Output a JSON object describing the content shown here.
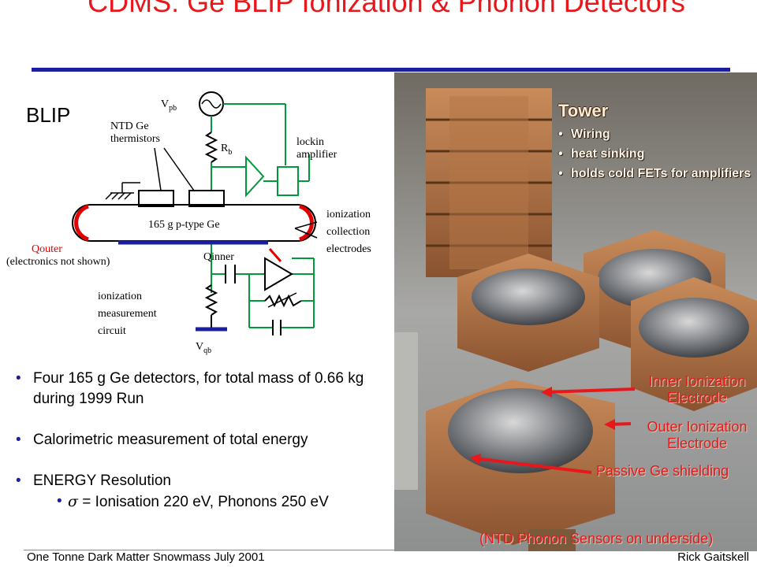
{
  "slide": {
    "title": "CDMS: Ge BLIP Ionization & Phonon Detectors",
    "subtitle_label": "BLIP",
    "footer_left": "One Tonne Dark Matter Snowmass July 2001",
    "footer_right": "Rick Gaitskell"
  },
  "circuit": {
    "vpb": "V",
    "vpb_sub": "pb",
    "rb": "R",
    "rb_sub": "b",
    "ntd_line1": "NTD Ge",
    "ntd_line2": "thermistors",
    "lockin_line1": "lockin",
    "lockin_line2": "amplifier",
    "crystal": "165 g p-type Ge",
    "ion_line1": "ionization",
    "ion_line2": "collection",
    "ion_line3": "electrodes",
    "qouter": "Qouter",
    "qouter_note": "(electronics not shown)",
    "qinner": "Qinner",
    "meas_line1": "ionization",
    "meas_line2": "measurement",
    "meas_line3": "circuit",
    "vqb": "V",
    "vqb_sub": "qb"
  },
  "bullets": [
    "Four 165 g Ge detectors, for total mass of 0.66 kg during 1999 Run",
    "Calorimetric measurement of total energy",
    "ENERGY Resolution"
  ],
  "sub_bullet": {
    "symbol": "σ",
    "text": " = Ionisation 220 eV, Phonons 250 eV"
  },
  "photo": {
    "tower_title": "Tower",
    "tower_items": [
      "Wiring",
      "heat sinking",
      "holds cold FETs for amplifiers"
    ],
    "label_inner": "Inner Ionization Electrode",
    "label_outer": "Outer Ionization Electrode",
    "label_passive": "Passive Ge shielding",
    "label_ntd": "(NTD Phonon Sensors on underside)",
    "colors": {
      "label": "#e8171c",
      "arrow": "#e8171c"
    }
  },
  "colors": {
    "title": "#e8171c",
    "rule": "#1b1f9e",
    "bullet": "#1b1f9e",
    "circuit_line": "#009a3a"
  }
}
